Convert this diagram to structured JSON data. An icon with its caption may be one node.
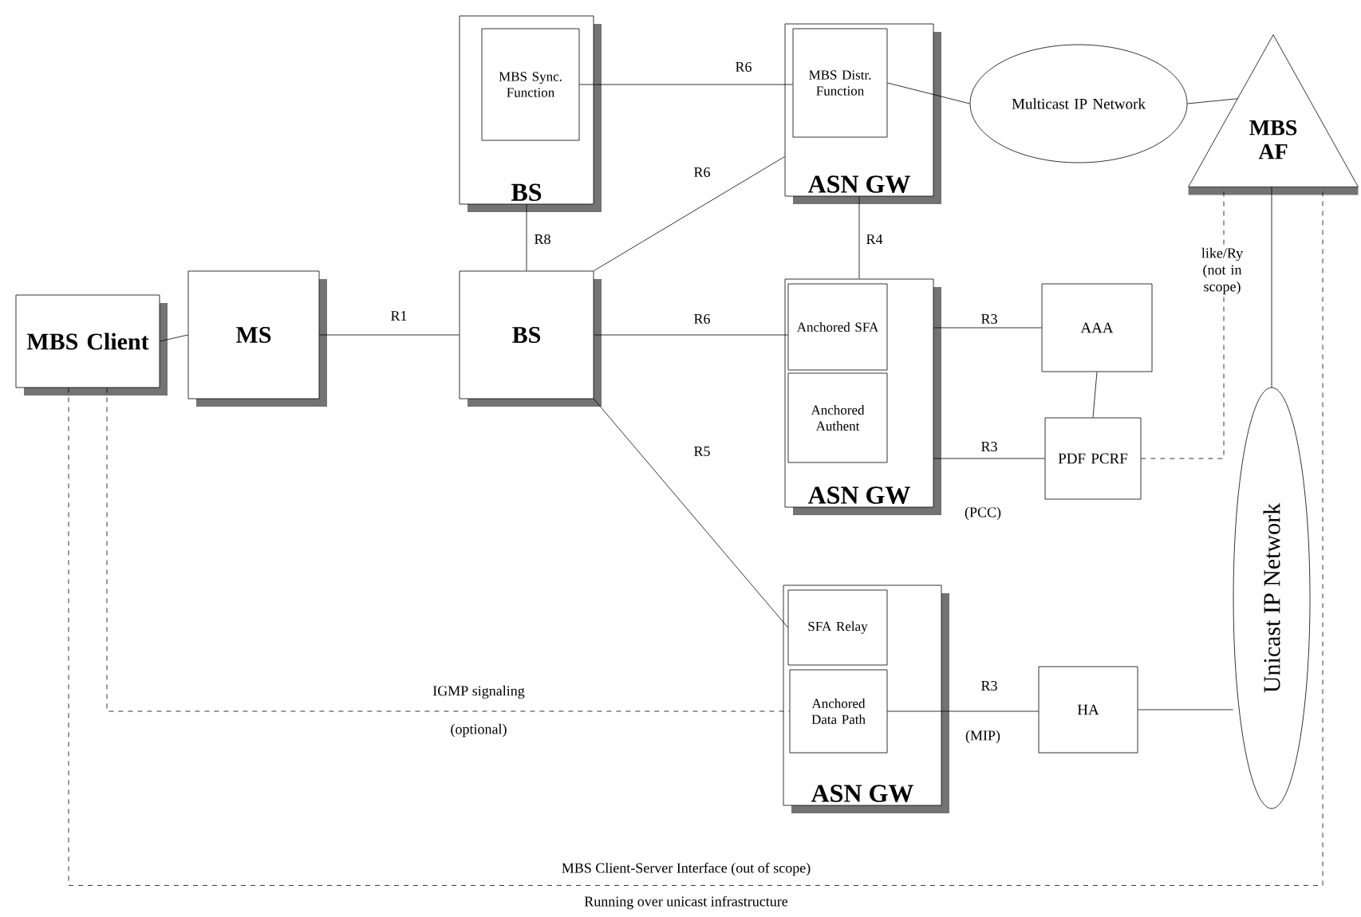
{
  "diagram": {
    "nodes": [
      {
        "text": [
          "MBS Client"
        ]
      },
      {
        "text": [
          "MS"
        ]
      },
      {
        "text": [
          "BS"
        ]
      },
      {
        "text": [
          "MBS Sync. Function"
        ],
        "in": 2
      },
      {
        "text": [
          "BS"
        ]
      },
      {
        "text": [
          "ASN GW"
        ]
      },
      {
        "text": [
          "MBS Distr. Function"
        ],
        "in": 5
      },
      {
        "text": [
          "Multicast IP Network"
        ]
      },
      {
        "text": [
          "MBS AF"
        ]
      },
      {
        "text": [
          "ASN GW"
        ]
      },
      {
        "text": [
          "Anchored SFA"
        ],
        "in": 9
      },
      {
        "text": [
          "Anchored Authent"
        ],
        "in": 9
      },
      {
        "text": [
          "AAA"
        ]
      },
      {
        "text": [
          "PDF PCRF"
        ]
      },
      {
        "text": [
          "Unicast IP Network"
        ]
      },
      {
        "text": [
          "ASN GW"
        ]
      },
      {
        "text": [
          "SFA Relay"
        ],
        "in": 15
      },
      {
        "text": [
          "Anchored Data Path"
        ],
        "in": 15
      },
      {
        "text": [
          "HA"
        ]
      }
    ],
    "edges": [
      {
        "from": 0,
        "to": 1,
        "arrow": "none"
      },
      {
        "from": 1,
        "to": 4,
        "arrow": "none",
        "label": "R1"
      },
      {
        "from": 2,
        "to": 4,
        "arrow": "none",
        "label": "R8"
      },
      {
        "from": 3,
        "to": 6,
        "arrow": "none",
        "label": "R6"
      },
      {
        "from": 4,
        "to": 5,
        "arrow": "none",
        "label": "R6"
      },
      {
        "from": 4,
        "to": 10,
        "arrow": "none",
        "label": "R6"
      },
      {
        "from": 4,
        "to": 16,
        "arrow": "none",
        "label": "R5"
      },
      {
        "from": 6,
        "to": 7,
        "arrow": "none"
      },
      {
        "from": 7,
        "to": 8,
        "arrow": "none"
      },
      {
        "from": 5,
        "to": 9,
        "arrow": "none",
        "label": "R4"
      },
      {
        "from": 9,
        "to": 12,
        "arrow": "none",
        "label": "R3"
      },
      {
        "from": 9,
        "to": 13,
        "arrow": "none",
        "label": "R3"
      },
      {
        "from": 12,
        "to": 13,
        "arrow": "none"
      },
      {
        "from": 13,
        "to": 8,
        "arrow": "none",
        "label": "like/Ry (not in scope)",
        "style": "dashed"
      },
      {
        "from": 17,
        "to": 18,
        "arrow": "none",
        "label": "R3"
      },
      {
        "from": 18,
        "to": 14,
        "arrow": "none"
      },
      {
        "from": 14,
        "to": 8,
        "arrow": "none"
      },
      {
        "from": 0,
        "to": 17,
        "arrow": "none",
        "label": "IGMP signaling",
        "style": "dashed"
      },
      {
        "from": 0,
        "to": 8,
        "arrow": "none",
        "label": "MBS Client-Server Interface (out of scope)",
        "style": "dashed"
      }
    ],
    "labels": [
      "(PCC)",
      "(MIP)",
      "(optional)",
      "Running over unicast infrastructure"
    ]
  }
}
